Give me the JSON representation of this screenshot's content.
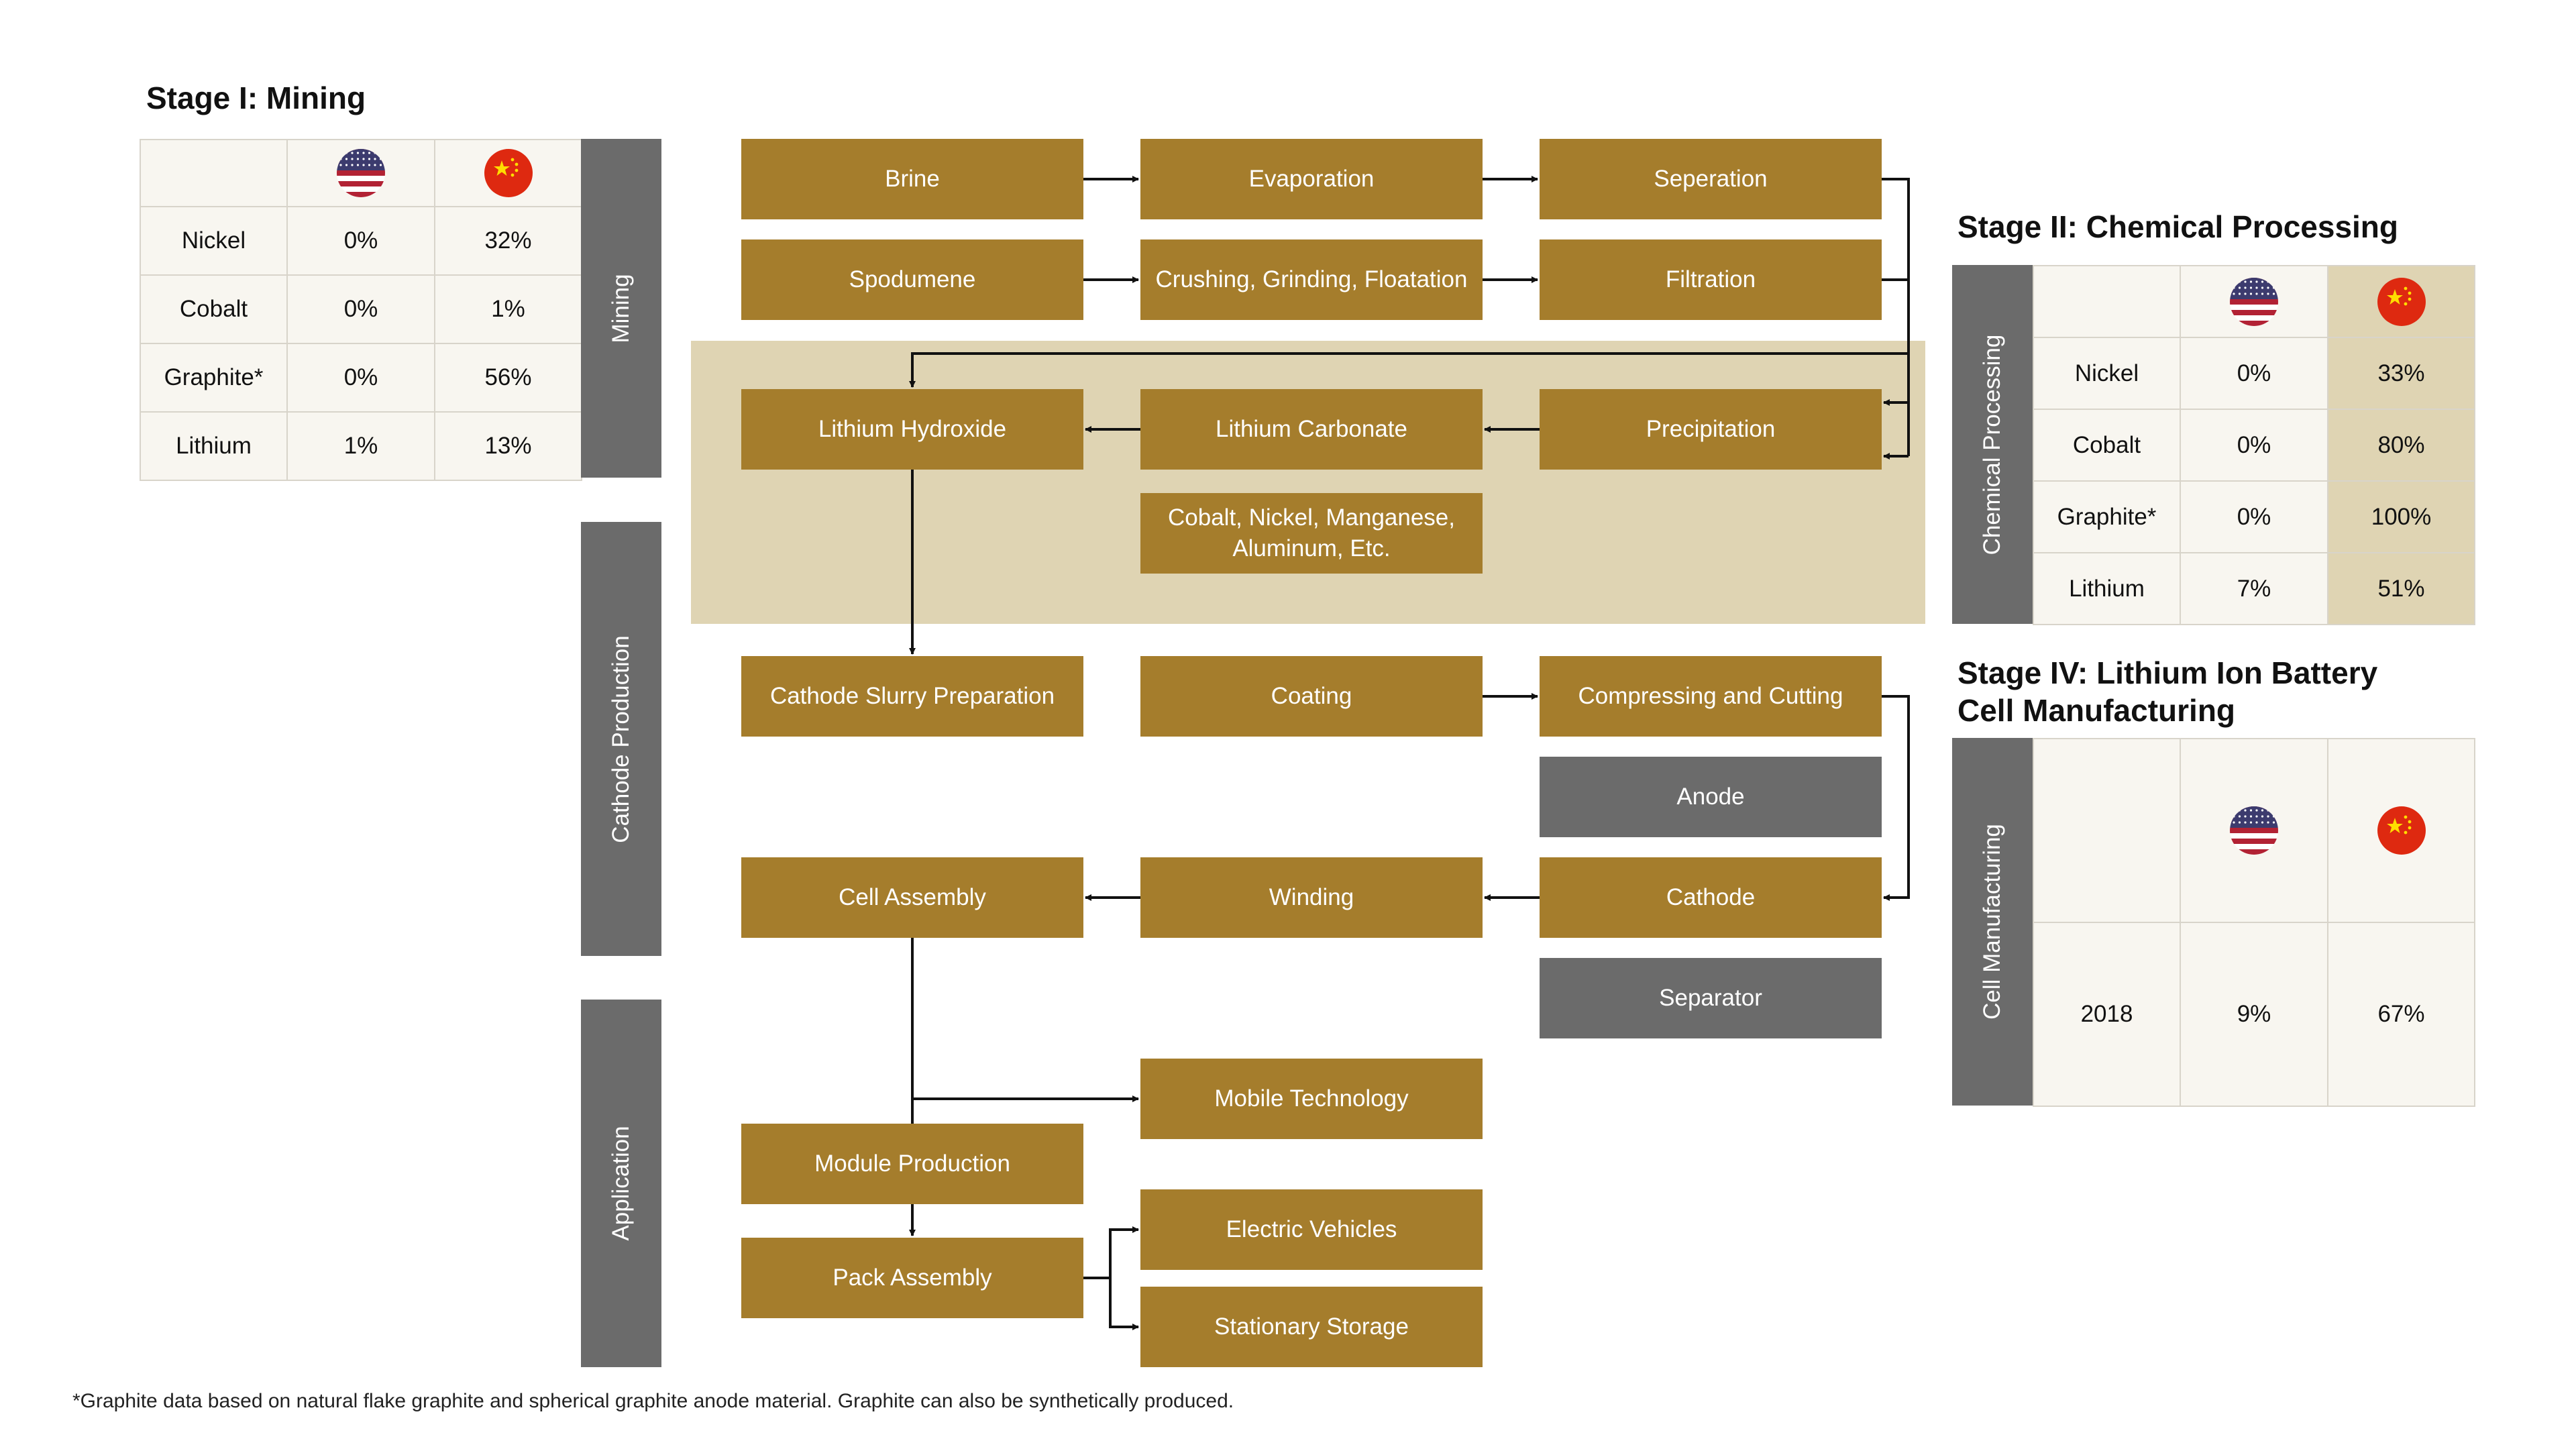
{
  "footnote": "*Graphite data based on natural flake graphite and spherical graphite anode material. Graphite can also be synthetically produced.",
  "stage1": {
    "title": "Stage I: Mining",
    "side_label": "Mining",
    "rows": [
      {
        "label": "Nickel",
        "us": "0%",
        "cn": "32%"
      },
      {
        "label": "Cobalt",
        "us": "0%",
        "cn": "1%"
      },
      {
        "label": "Graphite*",
        "us": "0%",
        "cn": "56%"
      },
      {
        "label": "Lithium",
        "us": "1%",
        "cn": "13%"
      }
    ]
  },
  "stage2": {
    "title": "Stage II: Chemical Processing",
    "side_label": "Chemical Processing",
    "rows": [
      {
        "label": "Nickel",
        "us": "0%",
        "cn": "33%"
      },
      {
        "label": "Cobalt",
        "us": "0%",
        "cn": "80%"
      },
      {
        "label": "Graphite*",
        "us": "0%",
        "cn": "100%"
      },
      {
        "label": "Lithium",
        "us": "7%",
        "cn": "51%"
      }
    ]
  },
  "stage4": {
    "title_line1": "Stage IV: Lithium Ion Battery",
    "title_line2": "Cell Manufacturing",
    "side_label": "Cell Manufacturing",
    "row": {
      "label": "2018",
      "us": "9%",
      "cn": "67%"
    }
  },
  "side_labels": {
    "cathode": "Cathode Production",
    "application": "Application"
  },
  "flow": {
    "brine": "Brine",
    "evaporation": "Evaporation",
    "seperation": "Seperation",
    "spodumene": "Spodumene",
    "crushing": "Crushing, Grinding, Floatation",
    "filtration": "Filtration",
    "lithium_hydroxide": "Lithium Hydroxide",
    "lithium_carbonate": "Lithium Carbonate",
    "precipitation": "Precipitation",
    "cobalt_nickel": "Cobalt, Nickel, Manganese, Aluminum, Etc.",
    "cathode_slurry": "Cathode Slurry Preparation",
    "coating": "Coating",
    "compressing": "Compressing and Cutting",
    "anode": "Anode",
    "cell_assembly": "Cell Assembly",
    "winding": "Winding",
    "cathode": "Cathode",
    "separator": "Separator",
    "mobile": "Mobile Technology",
    "module": "Module Production",
    "ev": "Electric Vehicles",
    "pack": "Pack Assembly",
    "storage": "Stationary Storage"
  },
  "colors": {
    "process_box": "#a57d2c",
    "gray_box": "#6b6b6b",
    "highlight_band": "#dfd4b3",
    "table_bg": "#f8f6f0"
  },
  "icons": {
    "us": "us-flag-icon",
    "cn": "china-flag-icon"
  }
}
